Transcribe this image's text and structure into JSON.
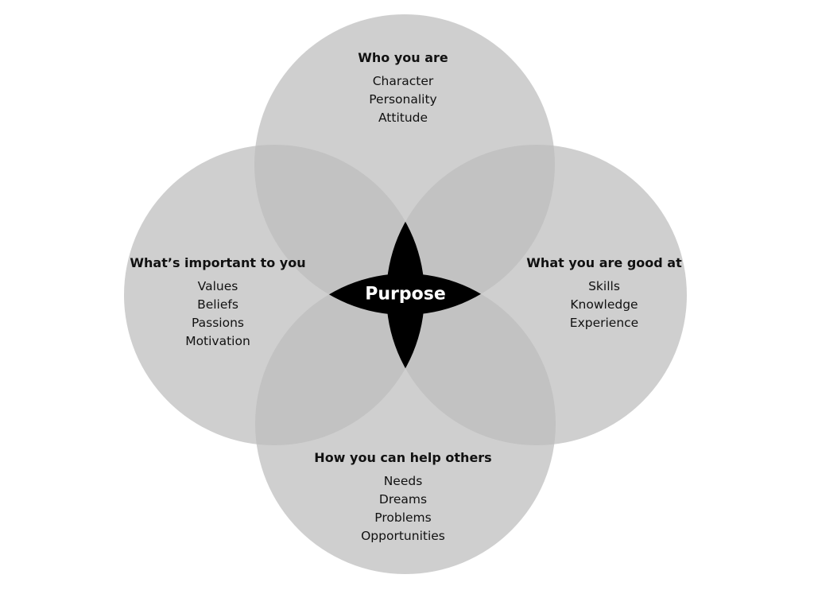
{
  "center": {
    "label": "Purpose"
  },
  "circles": {
    "top": {
      "title": "Who you are",
      "items": [
        "Character",
        "Personality",
        "Attitude"
      ]
    },
    "left": {
      "title": "What’s important to you",
      "items": [
        "Values",
        "Beliefs",
        "Passions",
        "Motivation"
      ]
    },
    "right": {
      "title": "What you are good at",
      "items": [
        "Skills",
        "Knowledge",
        "Experience"
      ]
    },
    "bottom": {
      "title": "How you can help others",
      "items": [
        "Needs",
        "Dreams",
        "Problems",
        "Opportunities"
      ]
    }
  },
  "colors": {
    "circle_fill": "#bdbdbd",
    "center_fill": "#000000",
    "center_text": "#ffffff",
    "background": "#ffffff"
  }
}
